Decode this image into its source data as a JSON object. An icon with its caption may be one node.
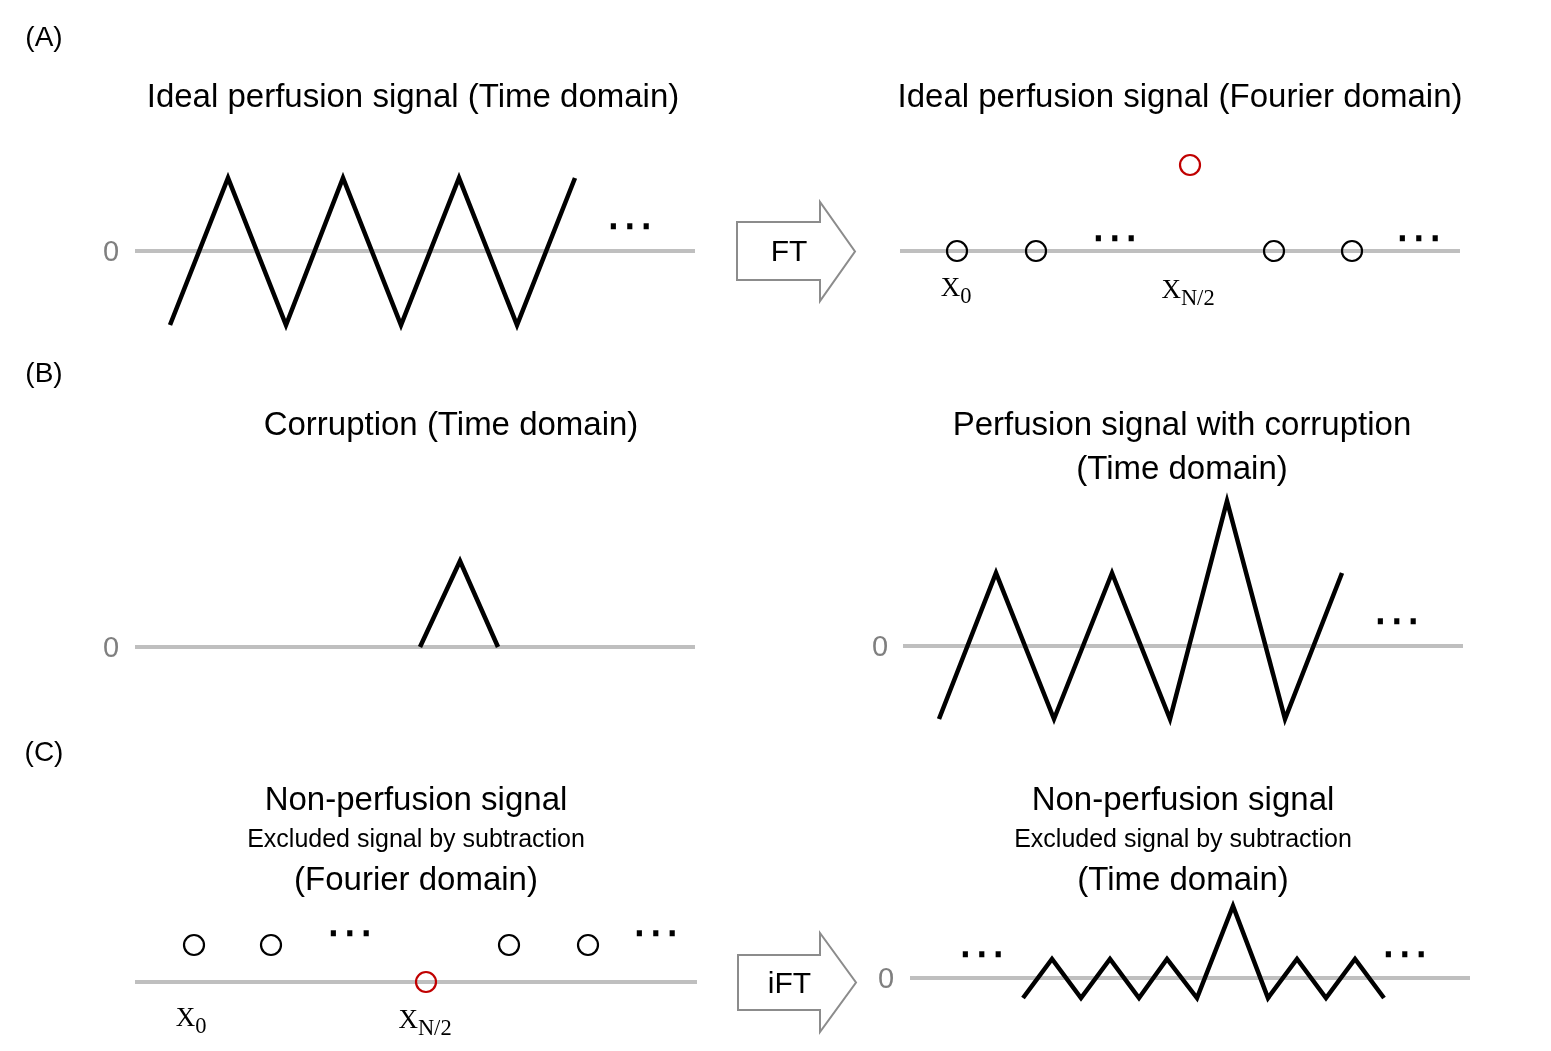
{
  "diagram": {
    "nodes": [
      {
        "text": [
          "FT"
        ]
      },
      {
        "text": [
          "iFT"
        ]
      }
    ],
    "labels": [
      "(A)",
      "Ideal perfusion signal (Time domain)",
      "Ideal perfusion signal (Fourier domain)",
      "0",
      "⋯",
      "⋯",
      "⋯",
      "X$_{0}$",
      "X$_{N/2}$",
      "(B)",
      "Corruption (Time domain)",
      "Perfusion signal with corruption (Time domain)",
      "0",
      "0",
      "⋯",
      "(C)",
      "Non-perfusion signal",
      "Excluded signal by subtraction",
      "(Fourier domain)",
      "Non-perfusion signal",
      "Excluded signal by subtraction",
      "(Time domain)",
      "⋯",
      "⋯",
      "X$_{0}$",
      "X$_{N/2}$",
      "0",
      "⋯",
      "⋯"
    ]
  }
}
